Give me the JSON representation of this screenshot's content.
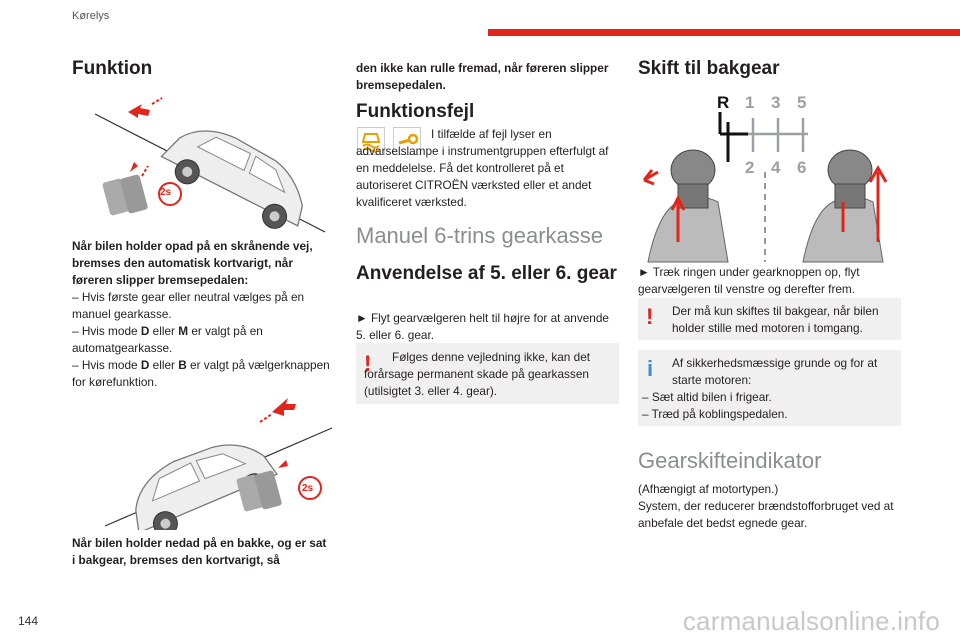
{
  "header": {
    "section": "Kørelys",
    "page_number": "144"
  },
  "watermark": "carmanualsonline.info",
  "col1": {
    "title": "Funktion",
    "badge1": "2s",
    "uphill_bold": "Når bilen holder opad på en skrånende vej, bremses den automatisk kortvarigt, når føreren slipper bremsepedalen:",
    "bullet1": "–  Hvis første gear eller neutral vælges på en manuel gearkasse.",
    "bullet2_pre": "–  Hvis mode ",
    "bullet2_D": "D",
    "bullet2_mid": " eller ",
    "bullet2_M": "M",
    "bullet2_post": " er valgt på en automatgearkasse.",
    "bullet3_pre": "–  Hvis mode ",
    "bullet3_D": "D",
    "bullet3_mid": " eller  ",
    "bullet3_B": "B",
    "bullet3_post": "  er valgt på vælgerknappen for kørefunktion.",
    "badge2": "2s",
    "downhill_bold": "Når bilen holder nedad på en bakke, og er sat i bakgear, bremses den kortvarigt, så"
  },
  "col2": {
    "cont_bold": "den ikke kan rulle fremad, når føreren slipper bremsepedalen.",
    "title_fault": "Funktionsfejl",
    "fault_text": "I tilfælde af fejl lyser en advarselslampe i instrumentgruppen efterfulgt af en meddelelse. Få det kontrolleret på et autoriseret CITROËN værksted eller et andet kvalificeret værksted.",
    "title_gearbox": "Manuel 6-trins gearkasse",
    "title_gear56": "Anvendelse af 5. eller 6. gear",
    "gear56_text": "►  Flyt gearvælgeren helt til højre for at anvende 5. eller 6.  gear.",
    "warning_text": "Følges denne vejledning ikke, kan det forårsage permanent skade på gearkassen (utilsigtet 3. eller 4. gear)."
  },
  "col3": {
    "title_reverse": "Skift til bakgear",
    "shift_labels": {
      "R": "R",
      "g1": "1",
      "g3": "3",
      "g5": "5",
      "g2": "2",
      "g4": "4",
      "g6": "6"
    },
    "reverse_text": "►  Træk ringen under gearknoppen op, flyt gearvælgeren til venstre og derefter frem.",
    "warning_text": "Der må kun skiftes til bakgear, når bilen holder stille med motoren i tomgang.",
    "info_text": "Af sikkerhedsmæssige grunde og for at starte motoren:",
    "info_b1": "–  Sæt altid bilen i frigear.",
    "info_b2": "–  Træd på koblingspedalen.",
    "title_indicator": "Gearskifteindikator",
    "indicator_line1": "(Afhængigt af motortypen.)",
    "indicator_line2": "System, der reducerer brændstofforbruget ved at anbefale det bedst egnede gear."
  },
  "colors": {
    "accent_red": "#e1251b",
    "info_blue": "#3e8fd4",
    "box_grey": "#f0f0f1",
    "heading_grey": "#8a8d91"
  },
  "icons": [
    "car-uphill-illustration",
    "car-downhill-illustration",
    "warning-lamp-icon",
    "wrench-icon",
    "gear-knob-illustration",
    "shift-pattern-diagram"
  ]
}
